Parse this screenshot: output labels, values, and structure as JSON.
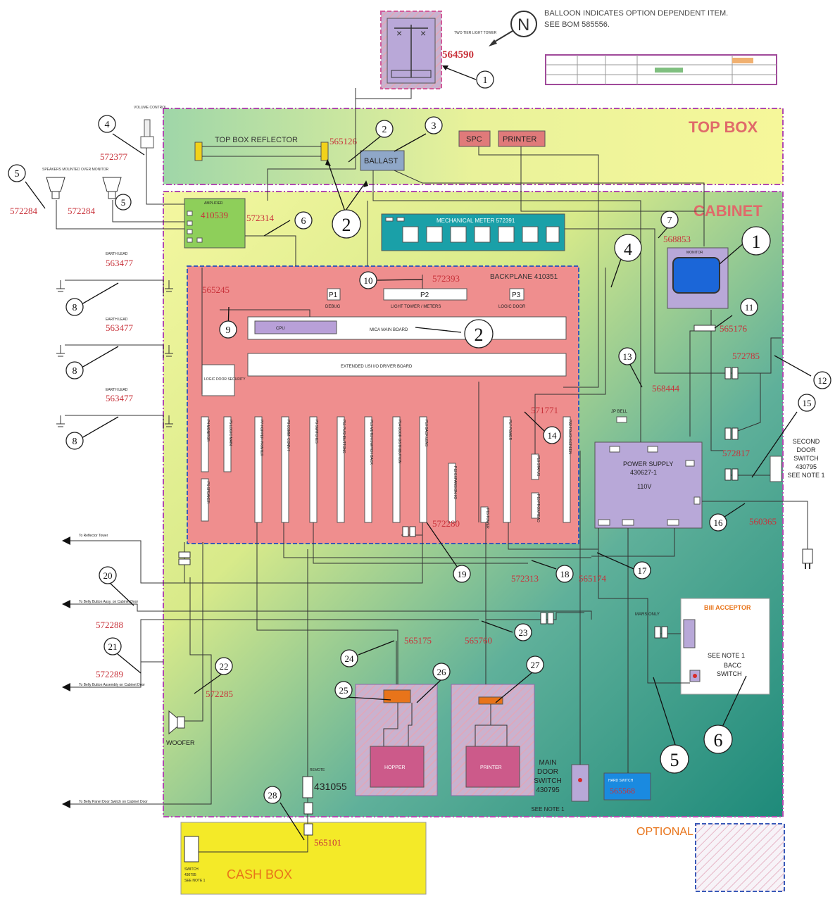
{
  "note": {
    "balloon": "N",
    "line1": "BALLOON INDICATES OPTION DEPENDENT ITEM.",
    "line2": "SEE BOM 585556."
  },
  "sections": {
    "top_box": "TOP BOX",
    "cabinet": "CABINET",
    "cash_box": "CASH BOX",
    "optional": "OPTIONAL"
  },
  "tower": {
    "label": "TWO TIER LIGHT TOWER",
    "part": "564590",
    "callout": "1"
  },
  "top_box": {
    "reflector": "TOP BOX REFLECTOR",
    "reflector_part": "565126",
    "ballast": "BALLAST",
    "spc": "SPC",
    "printer": "PRINTER",
    "volume_control": "VOLUME CONTROL"
  },
  "speakers": {
    "label": "SPEAKERS MOUNTED OVER MONITOR"
  },
  "amplifier": {
    "label": "AMPLIFIER",
    "part": "410539"
  },
  "meter": {
    "label": "MECHANICAL METER 572391"
  },
  "monitor": {
    "label": "MONITOR"
  },
  "backplane": {
    "label": "BACKPLANE 410351",
    "p1": "P1",
    "p1_sub": "DEBUG",
    "p2": "P2",
    "p2_sub": "LIGHT TOWER / METERS",
    "p3": "P3",
    "p3_sub": "LOGIC DOOR",
    "mainboard": "MICA MAIN BOARD",
    "cpu": "CPU",
    "io_board": "EXTENDED USI I/O DRIVER BOARD",
    "logic_door": "LOGIC DOOR SECURITY",
    "connectors": [
      "P4 MONITOR",
      "P5 LOGIC MAIN",
      "P7 HOPPER PRINTER",
      "P8 COMM. CONN 7",
      "P9 SWITCHES",
      "P11 PUSHBUTTONS",
      "P13 METER/SWITCH BACK",
      "P14 DOOR DISTRIBUTION"
    ],
    "connectors_b": [
      "P6 SPEAKER",
      "P10 BACK LENS",
      "P12 EXPANSION I/O",
      "P15 TOWER",
      "P17 POWER",
      "P22 TOUCHSCREEN"
    ],
    "p18": "P18 STATUS",
    "p19": "P19 PROX/READ"
  },
  "power_supply": {
    "label": "POWER SUPPLY",
    "part": "430627-1",
    "voltage": "110V"
  },
  "jp_bell": "JP BELL",
  "second_door": {
    "l1": "SECOND",
    "l2": "DOOR",
    "l3": "SWITCH",
    "l4": "430795",
    "l5": "SEE NOTE 1"
  },
  "bill_acceptor": {
    "label": "Bill ACCEPTOR",
    "mars": "MARS ONLY",
    "note": "SEE NOTE 1",
    "bacc": "BACC",
    "switch": "SWITCH"
  },
  "hopper": "HOPPER",
  "printer2": "PRINTER",
  "main_door": {
    "l1": "MAIN",
    "l2": "DOOR",
    "l3": "SWITCH",
    "l4": "430795",
    "l5": "SEE NOTE 1"
  },
  "hard_switch": {
    "label": "HARD SWITCH",
    "part": "565568"
  },
  "woofer": "WOOFER",
  "remote": {
    "label": "REMOTE",
    "part": "431055"
  },
  "cash_switch": {
    "l1": "SWITCH",
    "l2": "430795",
    "l3": "SEE NOTE 1"
  },
  "earth": "EARTH LEAD",
  "arrows": {
    "a1": "To Reflector Tower",
    "a2": "To Belly Button Assy. on Cabinet Door",
    "a3": "To Belly Button Assembly on Cabinet Door",
    "a4": "To Belly Panel Door Switch on Cabinet Door"
  },
  "parts": {
    "p572377": "572377",
    "p572284a": "572284",
    "p572284b": "572284",
    "p572314": "572314",
    "p568853": "568853",
    "p565245": "565245",
    "p572393": "572393",
    "p565176": "565176",
    "p572785": "572785",
    "p568444": "568444",
    "p571771": "571771",
    "p572817": "572817",
    "p560365": "560365",
    "p572280": "572280",
    "p572313": "572313",
    "p565174": "565174",
    "p572288": "572288",
    "p565760": "565760",
    "p565175": "565175",
    "p572289": "572289",
    "p572285": "572285",
    "p565101": "565101",
    "p563477a": "563477",
    "p563477b": "563477",
    "p563477c": "563477"
  },
  "callouts": {
    "c2": "2",
    "c3": "3",
    "c4": "4",
    "c5a": "5",
    "c5b": "5",
    "c2big": "2",
    "c6": "6",
    "c7": "7",
    "c1big": "1",
    "c4big": "4",
    "c8a": "8",
    "c8b": "8",
    "c8c": "8",
    "c9": "9",
    "c10": "10",
    "c2mid": "2",
    "c11": "11",
    "c12": "12",
    "c13": "13",
    "c14": "14",
    "c15": "15",
    "c16": "16",
    "c17": "17",
    "c18": "18",
    "c19": "19",
    "c20": "20",
    "c21": "21",
    "c22": "22",
    "c23": "23",
    "c24": "24",
    "c25": "25",
    "c26": "26",
    "c27": "27",
    "c28": "28",
    "c5big": "5",
    "c6big": "6"
  }
}
